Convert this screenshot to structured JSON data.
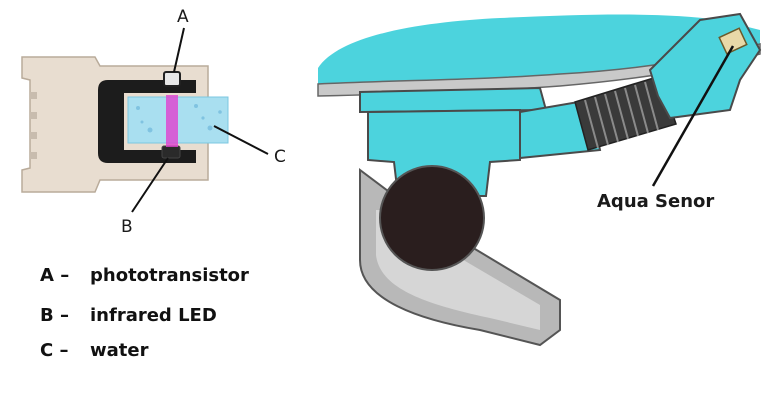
{
  "callouts": {
    "a": "A",
    "b": "B",
    "c": "C"
  },
  "legend": [
    {
      "key": "A –",
      "text": "phototransistor"
    },
    {
      "key": "B –",
      "text": "infrared LED"
    },
    {
      "key": "C –",
      "text": "water"
    }
  ],
  "sensor_label": "Aqua Senor",
  "colors": {
    "water": "#4cd3dd",
    "water_dark": "#2aaebb",
    "board": "#e8ddd0",
    "sensor_body": "#1c1c1c",
    "led_glow": "#e040d0",
    "pipe": "#b8b8b8",
    "drum": "#2a1e1e"
  }
}
